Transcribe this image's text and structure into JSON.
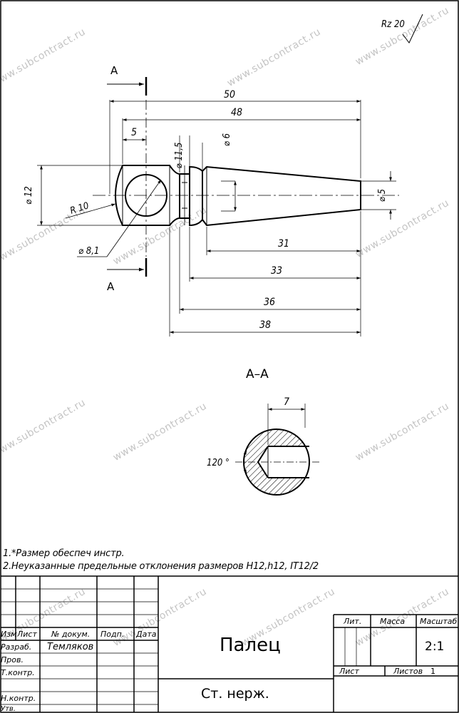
{
  "roughness": "Rz 20",
  "section": {
    "mark": "A",
    "title": "A–A",
    "width": "7",
    "angle": "120 °"
  },
  "dimensions": {
    "total_length": "50",
    "length_48": "48",
    "length_5": "5",
    "dia_11_5": "⌀ 11,5",
    "dia_6": "⌀ 6",
    "dia_12": "⌀ 12",
    "radius_10": "R 10",
    "dia_5": "⌀ 5",
    "dia_8_1": "⌀ 8,1",
    "length_31": "31",
    "length_33": "33",
    "length_36": "36",
    "length_38": "38"
  },
  "notes": [
    "1.*Размер обеспеч инстр.",
    "2.Неуказанные предельные отклонения размеров H12,h12, IT12/2"
  ],
  "title_block": {
    "part_name": "Палец",
    "material": "Ст. нерж.",
    "scale": "2:1",
    "litera_label": "Лит.",
    "mass_label": "Масса",
    "scale_label": "Масштаб",
    "sheet_label": "Лист",
    "sheets_label": "Листов",
    "sheets_count": "1",
    "col_izm": "Изм",
    "col_list": "Лист",
    "col_doc": "№ докум.",
    "col_sign": "Подп.",
    "col_date": "Дата",
    "row_razrab": "Разраб.",
    "designer": "Темляков",
    "row_prov": "Пров.",
    "row_tkontr": "Т.контр.",
    "row_nkontr": "Н.контр.",
    "row_utv": "Утв."
  },
  "watermark": "www.subcontract.ru"
}
